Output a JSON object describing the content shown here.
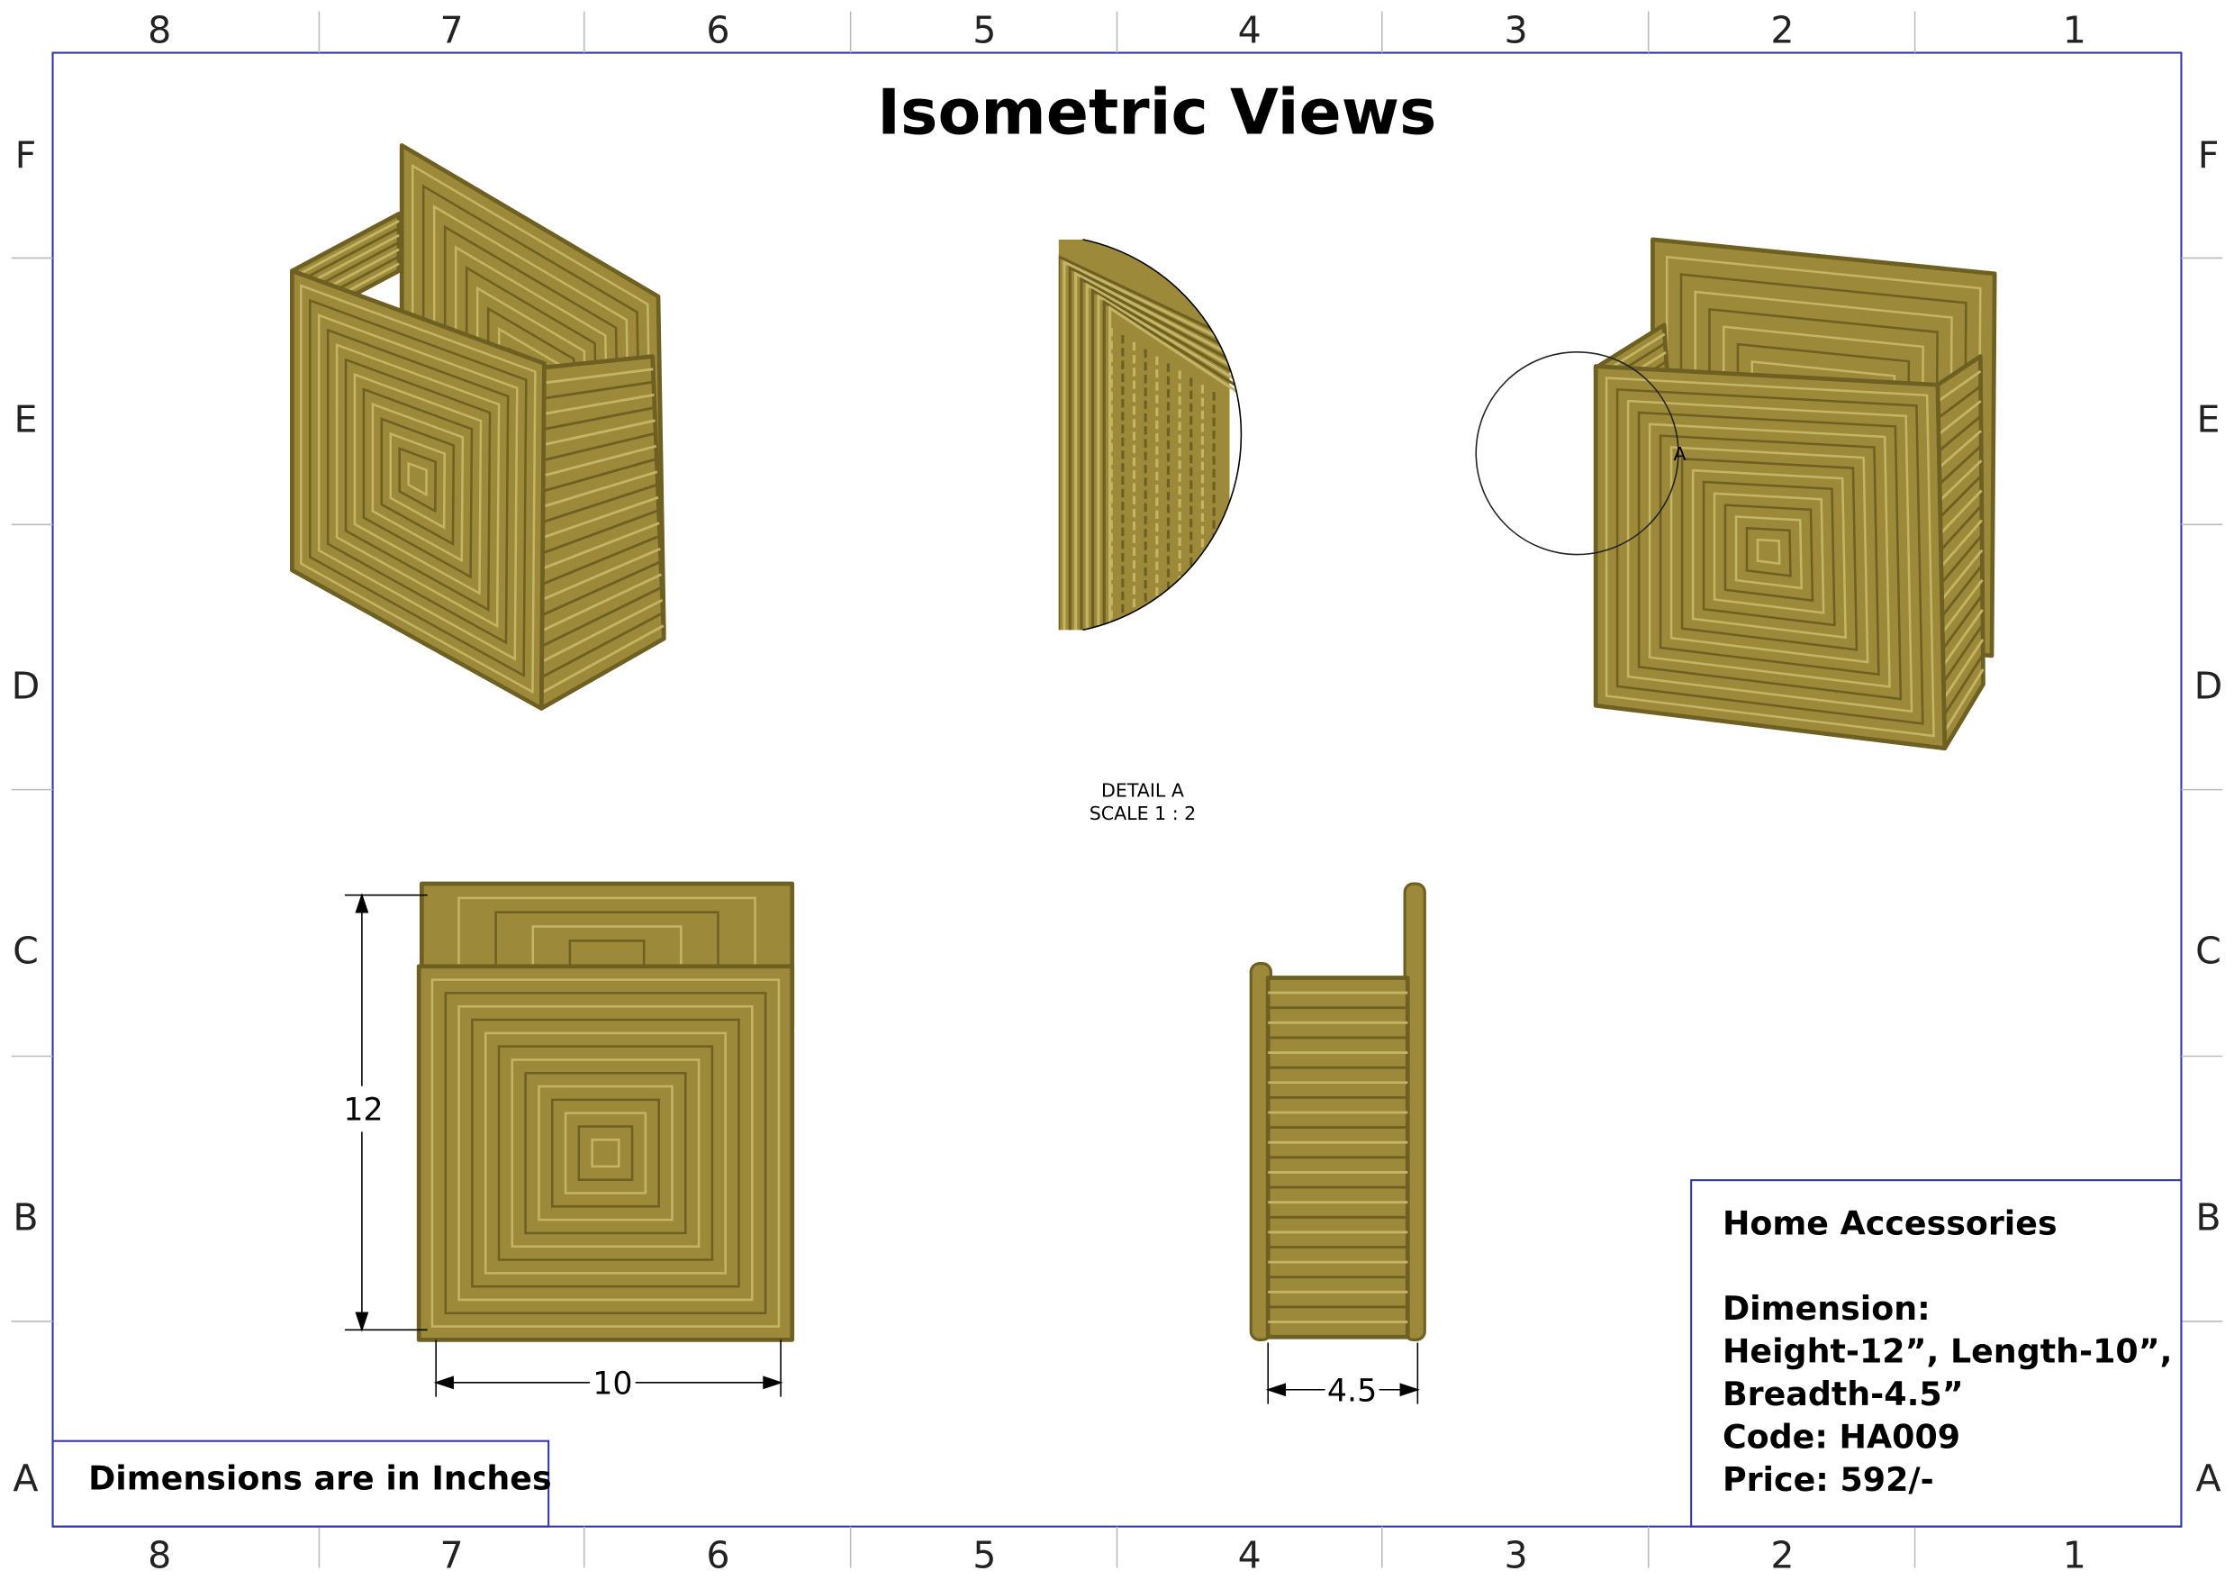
{
  "sheet": {
    "title": "Isometric Views",
    "zone_columns": [
      "8",
      "7",
      "6",
      "5",
      "4",
      "3",
      "2",
      "1"
    ],
    "zone_rows": [
      "F",
      "E",
      "D",
      "C",
      "B",
      "A"
    ]
  },
  "detail": {
    "label": "DETAIL A",
    "scale": "SCALE 1 : 2",
    "callout": "A"
  },
  "dimensions": {
    "height": "12",
    "length": "10",
    "breadth": "4.5"
  },
  "note": "Dimensions are in Inches",
  "title_block": {
    "category": "Home Accessories",
    "dimension_heading": "Dimension:",
    "dimension_line1": "Height-12”, Length-10”,",
    "dimension_line2": "Breadth-4.5”",
    "code": "Code: HA009",
    "price": "Price: 592/-"
  },
  "colors": {
    "border": "#3333aa",
    "basket": "#9c8a3a",
    "basket_dark": "#6e6022",
    "basket_light": "#c4b466"
  }
}
